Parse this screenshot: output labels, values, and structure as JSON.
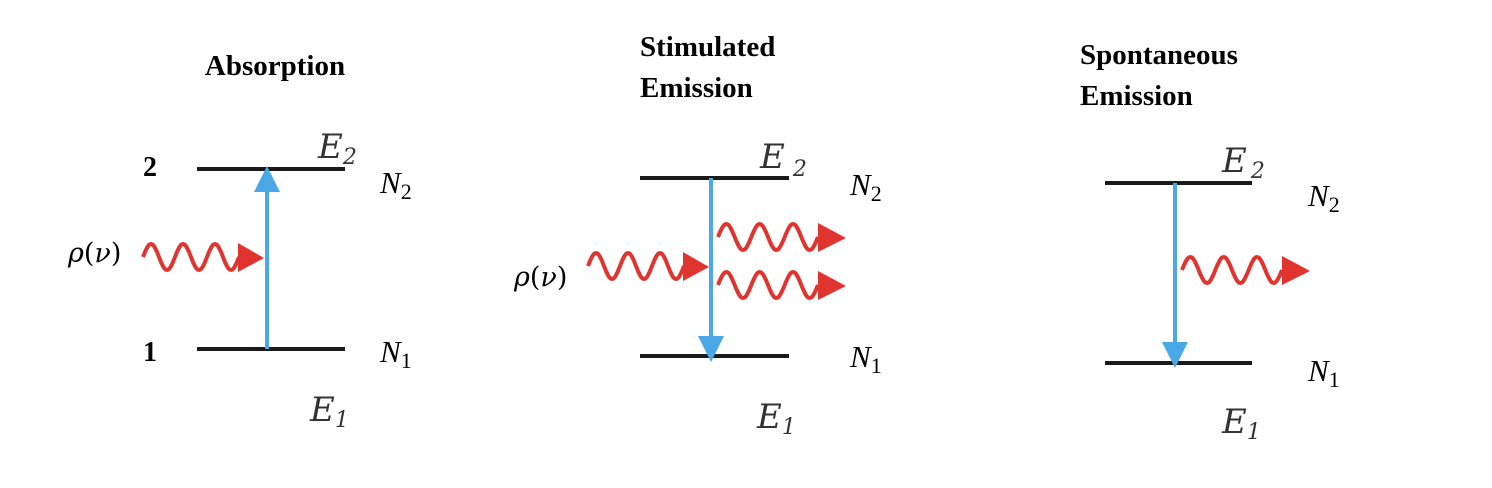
{
  "colors": {
    "level_line": "#1a1a1a",
    "transition_arrow": "#4aa8e6",
    "photon": "#e0342f",
    "text": "#000000"
  },
  "panels": [
    {
      "id": "absorption",
      "title_lines": [
        "Absorption"
      ],
      "upper_level_number": "2",
      "lower_level_number": "1",
      "upper_energy": {
        "symbol": "E",
        "sub": "2"
      },
      "lower_energy": {
        "symbol": "E",
        "sub": "1"
      },
      "upper_population": {
        "symbol": "N",
        "sub": "2"
      },
      "lower_population": {
        "symbol": "N",
        "sub": "1"
      },
      "incident_field": {
        "rho": "ρ",
        "paren_open": "(",
        "nu": "ν",
        "paren_close": ")"
      },
      "transition": "up"
    },
    {
      "id": "stimulated-emission",
      "title_lines": [
        "Stimulated",
        "Emission"
      ],
      "upper_energy": {
        "symbol": "E",
        "sub": "2"
      },
      "lower_energy": {
        "symbol": "E",
        "sub": "1"
      },
      "upper_population": {
        "symbol": "N",
        "sub": "2"
      },
      "lower_population": {
        "symbol": "N",
        "sub": "1"
      },
      "incident_field": {
        "rho": "ρ",
        "paren_open": "(",
        "nu": "ν",
        "paren_close": ")"
      },
      "transition": "down"
    },
    {
      "id": "spontaneous-emission",
      "title_lines": [
        "Spontaneous",
        "Emission"
      ],
      "upper_energy": {
        "symbol": "E",
        "sub": "2"
      },
      "lower_energy": {
        "symbol": "E",
        "sub": "1"
      },
      "upper_population": {
        "symbol": "N",
        "sub": "2"
      },
      "lower_population": {
        "symbol": "N",
        "sub": "1"
      },
      "transition": "down"
    }
  ]
}
